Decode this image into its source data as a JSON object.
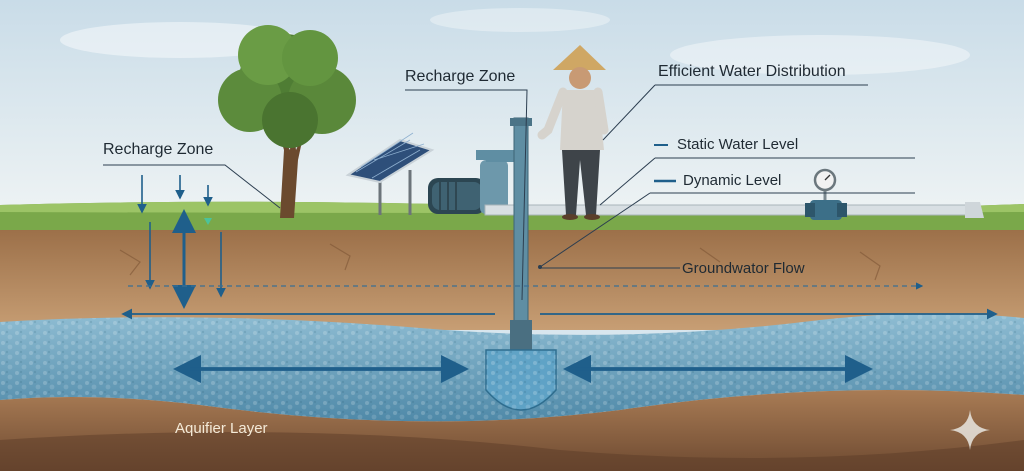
{
  "labels": {
    "recharge_zone_top": "Recharge Zone",
    "recharge_zone_left": "Recharge Zone",
    "efficient_distribution": "Efficient Water Distribution",
    "static_level": "Static Water Level",
    "dynamic_level": "Dynamic Level",
    "groundwater_flow": "Groundwator Flow",
    "aquifer_layer": "Aquifier Layer"
  },
  "colors": {
    "sky": "#dbe8ef",
    "grass": "#7aa84a",
    "soil": "#b48860",
    "aquifer": "#6fa3bf",
    "clay": "#8a6142",
    "pipe": "#5f8ea3",
    "arrow": "#1f5f8b",
    "leader": "#2c3e50"
  },
  "icons": [
    "tree-icon",
    "solar-panel-icon",
    "pump-motor-icon",
    "well-casing-icon",
    "farmer-icon",
    "pressure-gauge-icon",
    "valve-icon",
    "sparkle-icon"
  ]
}
